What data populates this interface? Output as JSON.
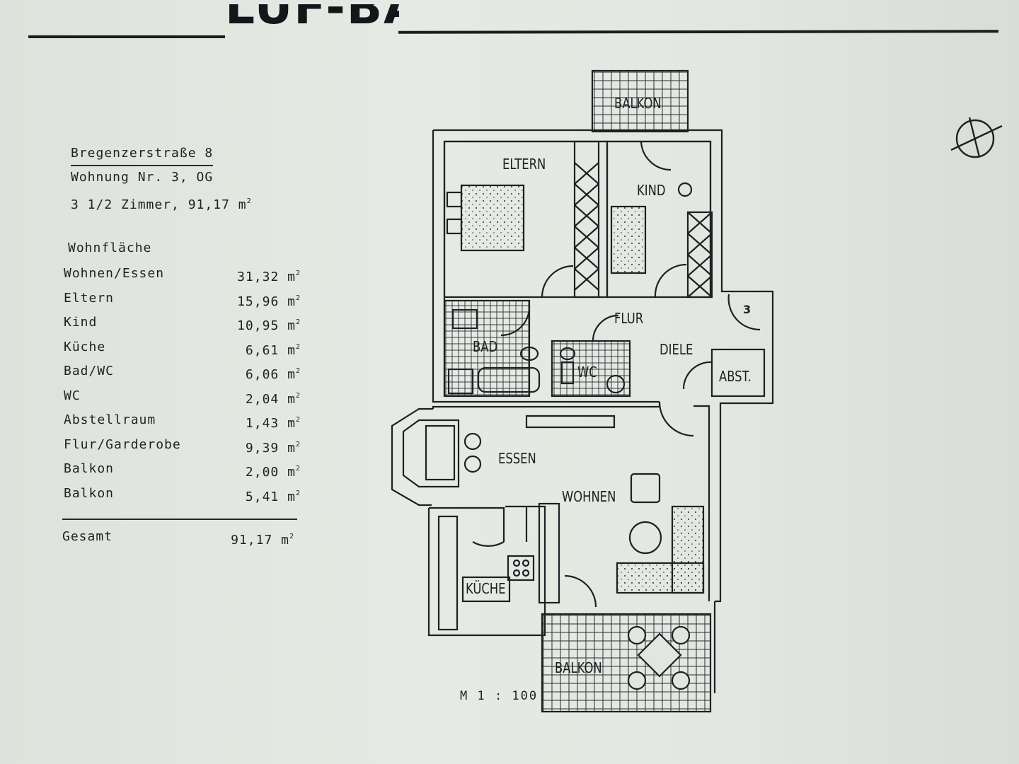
{
  "header": {
    "logo_text": "LUF-BAU"
  },
  "address": {
    "street": "Bregenzerstraße 8",
    "unit": "Wohnung Nr. 3,  OG",
    "rooms": "3 1/2 Zimmer, 91,17 m",
    "rooms_unit_sup": "2"
  },
  "areas": {
    "heading": "Wohnfläche",
    "unit": "m",
    "unit_sup": "2",
    "rows": [
      {
        "label": "Wohnen/Essen",
        "value": "31,32"
      },
      {
        "label": "Eltern",
        "value": "15,96"
      },
      {
        "label": "Kind",
        "value": "10,95"
      },
      {
        "label": "Küche",
        "value": "6,61"
      },
      {
        "label": "Bad/WC",
        "value": "6,06"
      },
      {
        "label": "WC",
        "value": "2,04"
      },
      {
        "label": "Abstellraum",
        "value": "1,43"
      },
      {
        "label": "Flur/Garderobe",
        "value": "9,39"
      },
      {
        "label": "Balkon",
        "value": "2,00"
      },
      {
        "label": "Balkon",
        "value": "5,41"
      }
    ],
    "total_label": "Gesamt",
    "total_value": "91,17"
  },
  "plan": {
    "rooms": {
      "balkon_top": "BALKON",
      "eltern": "ELTERN",
      "kind": "KIND",
      "flur": "FLUR",
      "bad": "BAD",
      "wc": "WC",
      "diele": "DIELE",
      "abst": "ABST.",
      "essen": "ESSEN",
      "wohnen": "WOHNEN",
      "kueche": "KÜCHE",
      "balkon_bottom": "BALKON"
    },
    "entry_number": "3",
    "scale": "M 1 : 100"
  },
  "icons": [
    "north-compass-icon"
  ],
  "colors": {
    "ink": "#1e2023",
    "paper": "#e3e6e0"
  }
}
